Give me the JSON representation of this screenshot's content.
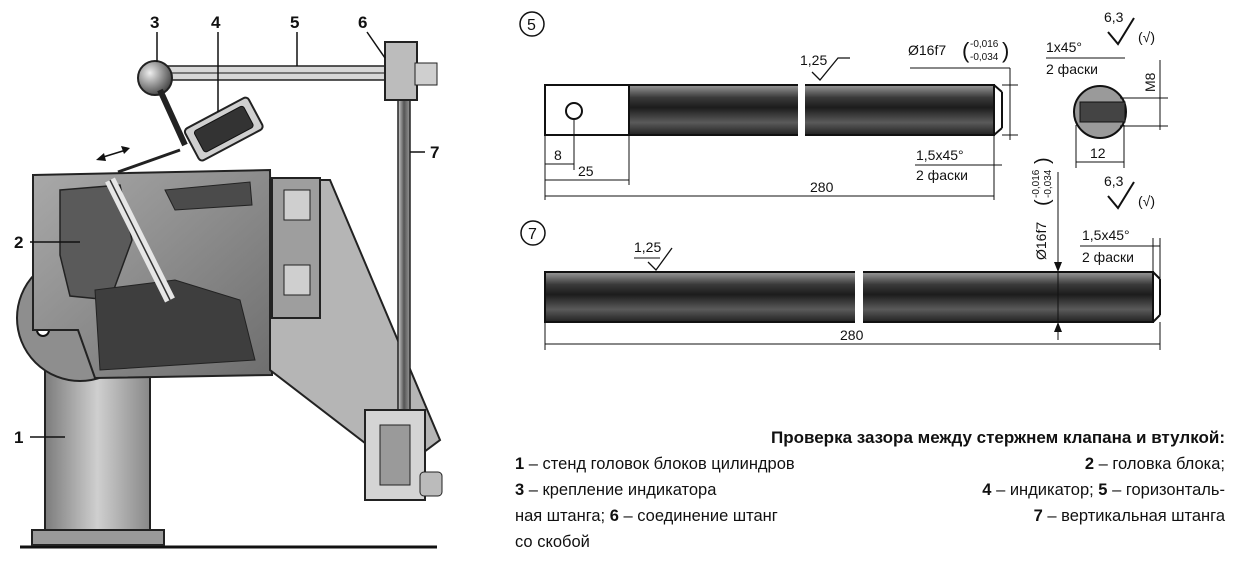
{
  "callouts": [
    "1",
    "2",
    "3",
    "4",
    "5",
    "6",
    "7"
  ],
  "detail5": {
    "marker": "5",
    "roughness": "1,25",
    "diameter": "Ø16f7",
    "tol_upper": "-0,016",
    "tol_lower": "-0,034",
    "dim_hole_offset": "8",
    "dim_flat": "25",
    "dim_length": "280",
    "chamfer": "1,5x45°",
    "chamfer_note": "2 фаски"
  },
  "end_view": {
    "roughness_top": "6,3",
    "roughness_bottom": "6,3",
    "roughness_paren": "(√)",
    "chamfer": "1x45°",
    "chamfer_note": "2 фаски",
    "thread": "M8",
    "width": "12"
  },
  "detail7": {
    "marker": "7",
    "roughness": "1,25",
    "diameter": "Ø16f7",
    "tol_upper": "-0,016",
    "tol_lower": "-0,034",
    "chamfer": "1,5x45°",
    "chamfer_note": "2 фаски",
    "dim_length": "280"
  },
  "caption": {
    "title": "Проверка зазора между стержнем клапана и втулкой:",
    "rows": [
      {
        "l_num": "1",
        "l_text": " – стенд головок блоков цилиндров",
        "r_num": "2",
        "r_text": " – головка блока;"
      },
      {
        "l_num": "3",
        "l_text": " – крепление индикатора",
        "r_num": "4",
        "r_text": " – индикатор; ",
        "r_num2": "5",
        "r_text2": " – горизонталь-"
      },
      {
        "l_pre": "ная штанга; ",
        "l_num": "6",
        "l_text": " – соединение штанг",
        "r_num": "7",
        "r_text": " – вертикальная штанга"
      },
      {
        "l_pre": "со скобой"
      }
    ]
  },
  "colors": {
    "ink": "#111111",
    "paper": "#ffffff",
    "metal_dark": "#3a3a3a",
    "metal_mid": "#8a8a8a"
  }
}
